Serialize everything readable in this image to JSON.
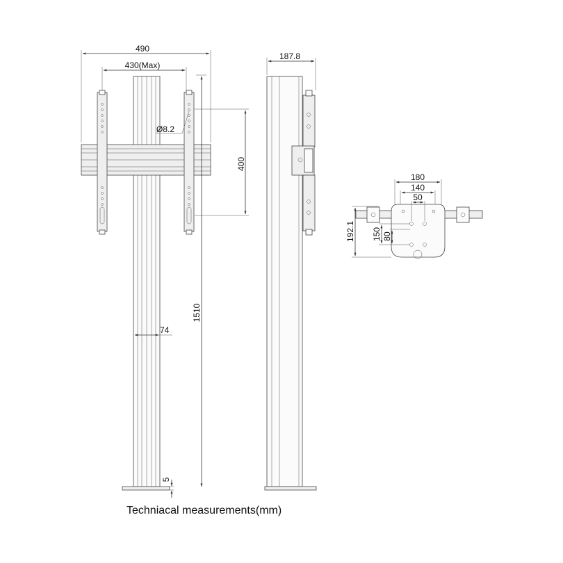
{
  "caption": "Techniacal measurements(mm)",
  "dimensions": {
    "overall_width": "490",
    "vesa_max": "430(Max)",
    "hole_diameter": "Ø8.2",
    "bracket_height": "400",
    "pole_height": "1510",
    "pole_width": "74",
    "base_thickness": "5",
    "depth": "187.8",
    "plate_width_180": "180",
    "plate_width_140": "140",
    "plate_width_50": "50",
    "plate_height": "192.1",
    "plate_height_150": "150",
    "plate_height_80": "80"
  }
}
